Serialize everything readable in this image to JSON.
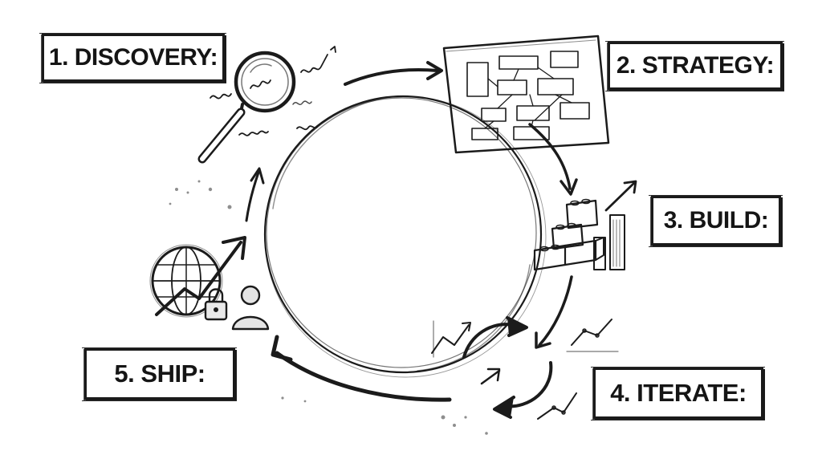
{
  "steps": [
    {
      "id": "discovery",
      "label": "1. DISCOVERY:",
      "icon": "magnifying-glass-icon"
    },
    {
      "id": "strategy",
      "label": "2. STRATEGY:",
      "icon": "flowchart-icon"
    },
    {
      "id": "build",
      "label": "3. BUILD:",
      "icon": "building-blocks-icon"
    },
    {
      "id": "iterate",
      "label": "4. ITERATE:",
      "icon": "cycle-arrows-icon"
    },
    {
      "id": "ship",
      "label": "5. SHIP:",
      "icon": "globe-growth-icon"
    }
  ],
  "colors": {
    "ink": "#1b1b1b",
    "paper": "#ffffff"
  }
}
